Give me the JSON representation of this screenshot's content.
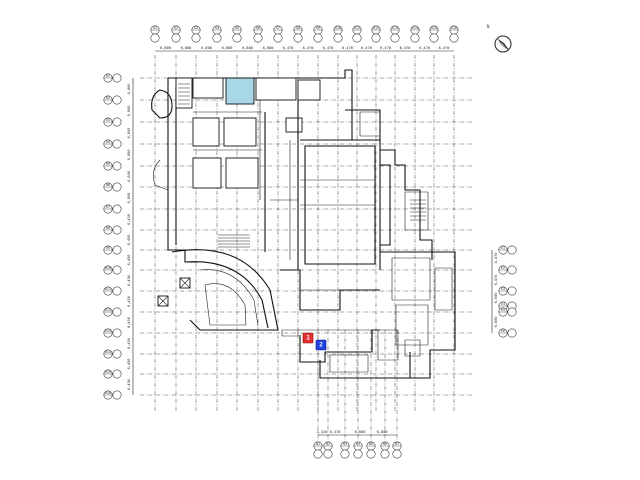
{
  "drawing": {
    "type": "architectural-floor-plan",
    "north_arrow_label": "N"
  },
  "grid_top": {
    "labels": [
      "G1",
      "G2",
      "G3",
      "G4",
      "G5",
      "G6",
      "G7",
      "G8",
      "G9",
      "G10",
      "G11",
      "G12",
      "G13",
      "G14",
      "G15",
      "G16"
    ],
    "dimensions": [
      "6,800",
      "6,800",
      "6,800",
      "6,800",
      "6,800",
      "6,800",
      "6,470",
      "6,470",
      "6,470",
      "6,470",
      "6,470",
      "6,470",
      "6,470",
      "6,470",
      "6,470"
    ]
  },
  "grid_left": {
    "labels": [
      "R1",
      "R2",
      "R3",
      "R4",
      "R5",
      "R6",
      "R7",
      "R8",
      "R9",
      "R10",
      "R11",
      "R12",
      "R13",
      "R14",
      "R15",
      "R16"
    ],
    "dimensions": [
      "6,800",
      "6,800",
      "6,800",
      "6,800",
      "6,800",
      "6,800",
      "6,450",
      "6,450",
      "6,450",
      "6,450",
      "6,450",
      "6,450",
      "6,450",
      "6,450",
      "6,450"
    ]
  },
  "grid_right": {
    "labels": [
      "E1",
      "E2",
      "E3",
      "E4",
      "E5",
      "E6"
    ],
    "dimensions": [
      "4,470",
      "6,470",
      "6,000",
      "6,800"
    ]
  },
  "grid_bottom": {
    "labels": [
      "B1",
      "B2",
      "B3",
      "B4",
      "B5",
      "B6",
      "B7"
    ],
    "dimensions": [
      "1,520",
      "6,470",
      "6,800",
      "6,800"
    ]
  },
  "markers": [
    {
      "label": "1",
      "color": "#e03030"
    },
    {
      "label": "2",
      "color": "#2040e0"
    }
  ],
  "highlight_color": "#a8d8e8"
}
